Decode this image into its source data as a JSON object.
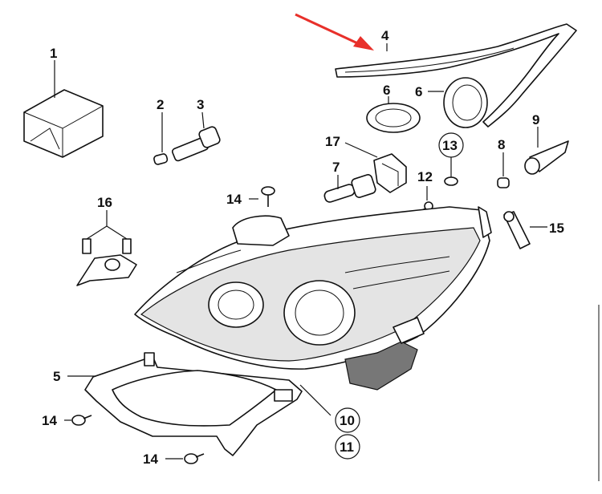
{
  "diagram": {
    "callouts": {
      "c1": "1",
      "c2": "2",
      "c3": "3",
      "c4": "4",
      "c5": "5",
      "c6a": "6",
      "c6b": "6",
      "c7": "7",
      "c8": "8",
      "c9": "9",
      "c10": "10",
      "c11": "11",
      "c12": "12",
      "c13": "13",
      "c14a": "14",
      "c14b": "14",
      "c14c": "14",
      "c15": "15",
      "c16": "16",
      "c17": "17"
    },
    "highlight_arrow_color": "#e8302a",
    "line_color": "#111111"
  }
}
